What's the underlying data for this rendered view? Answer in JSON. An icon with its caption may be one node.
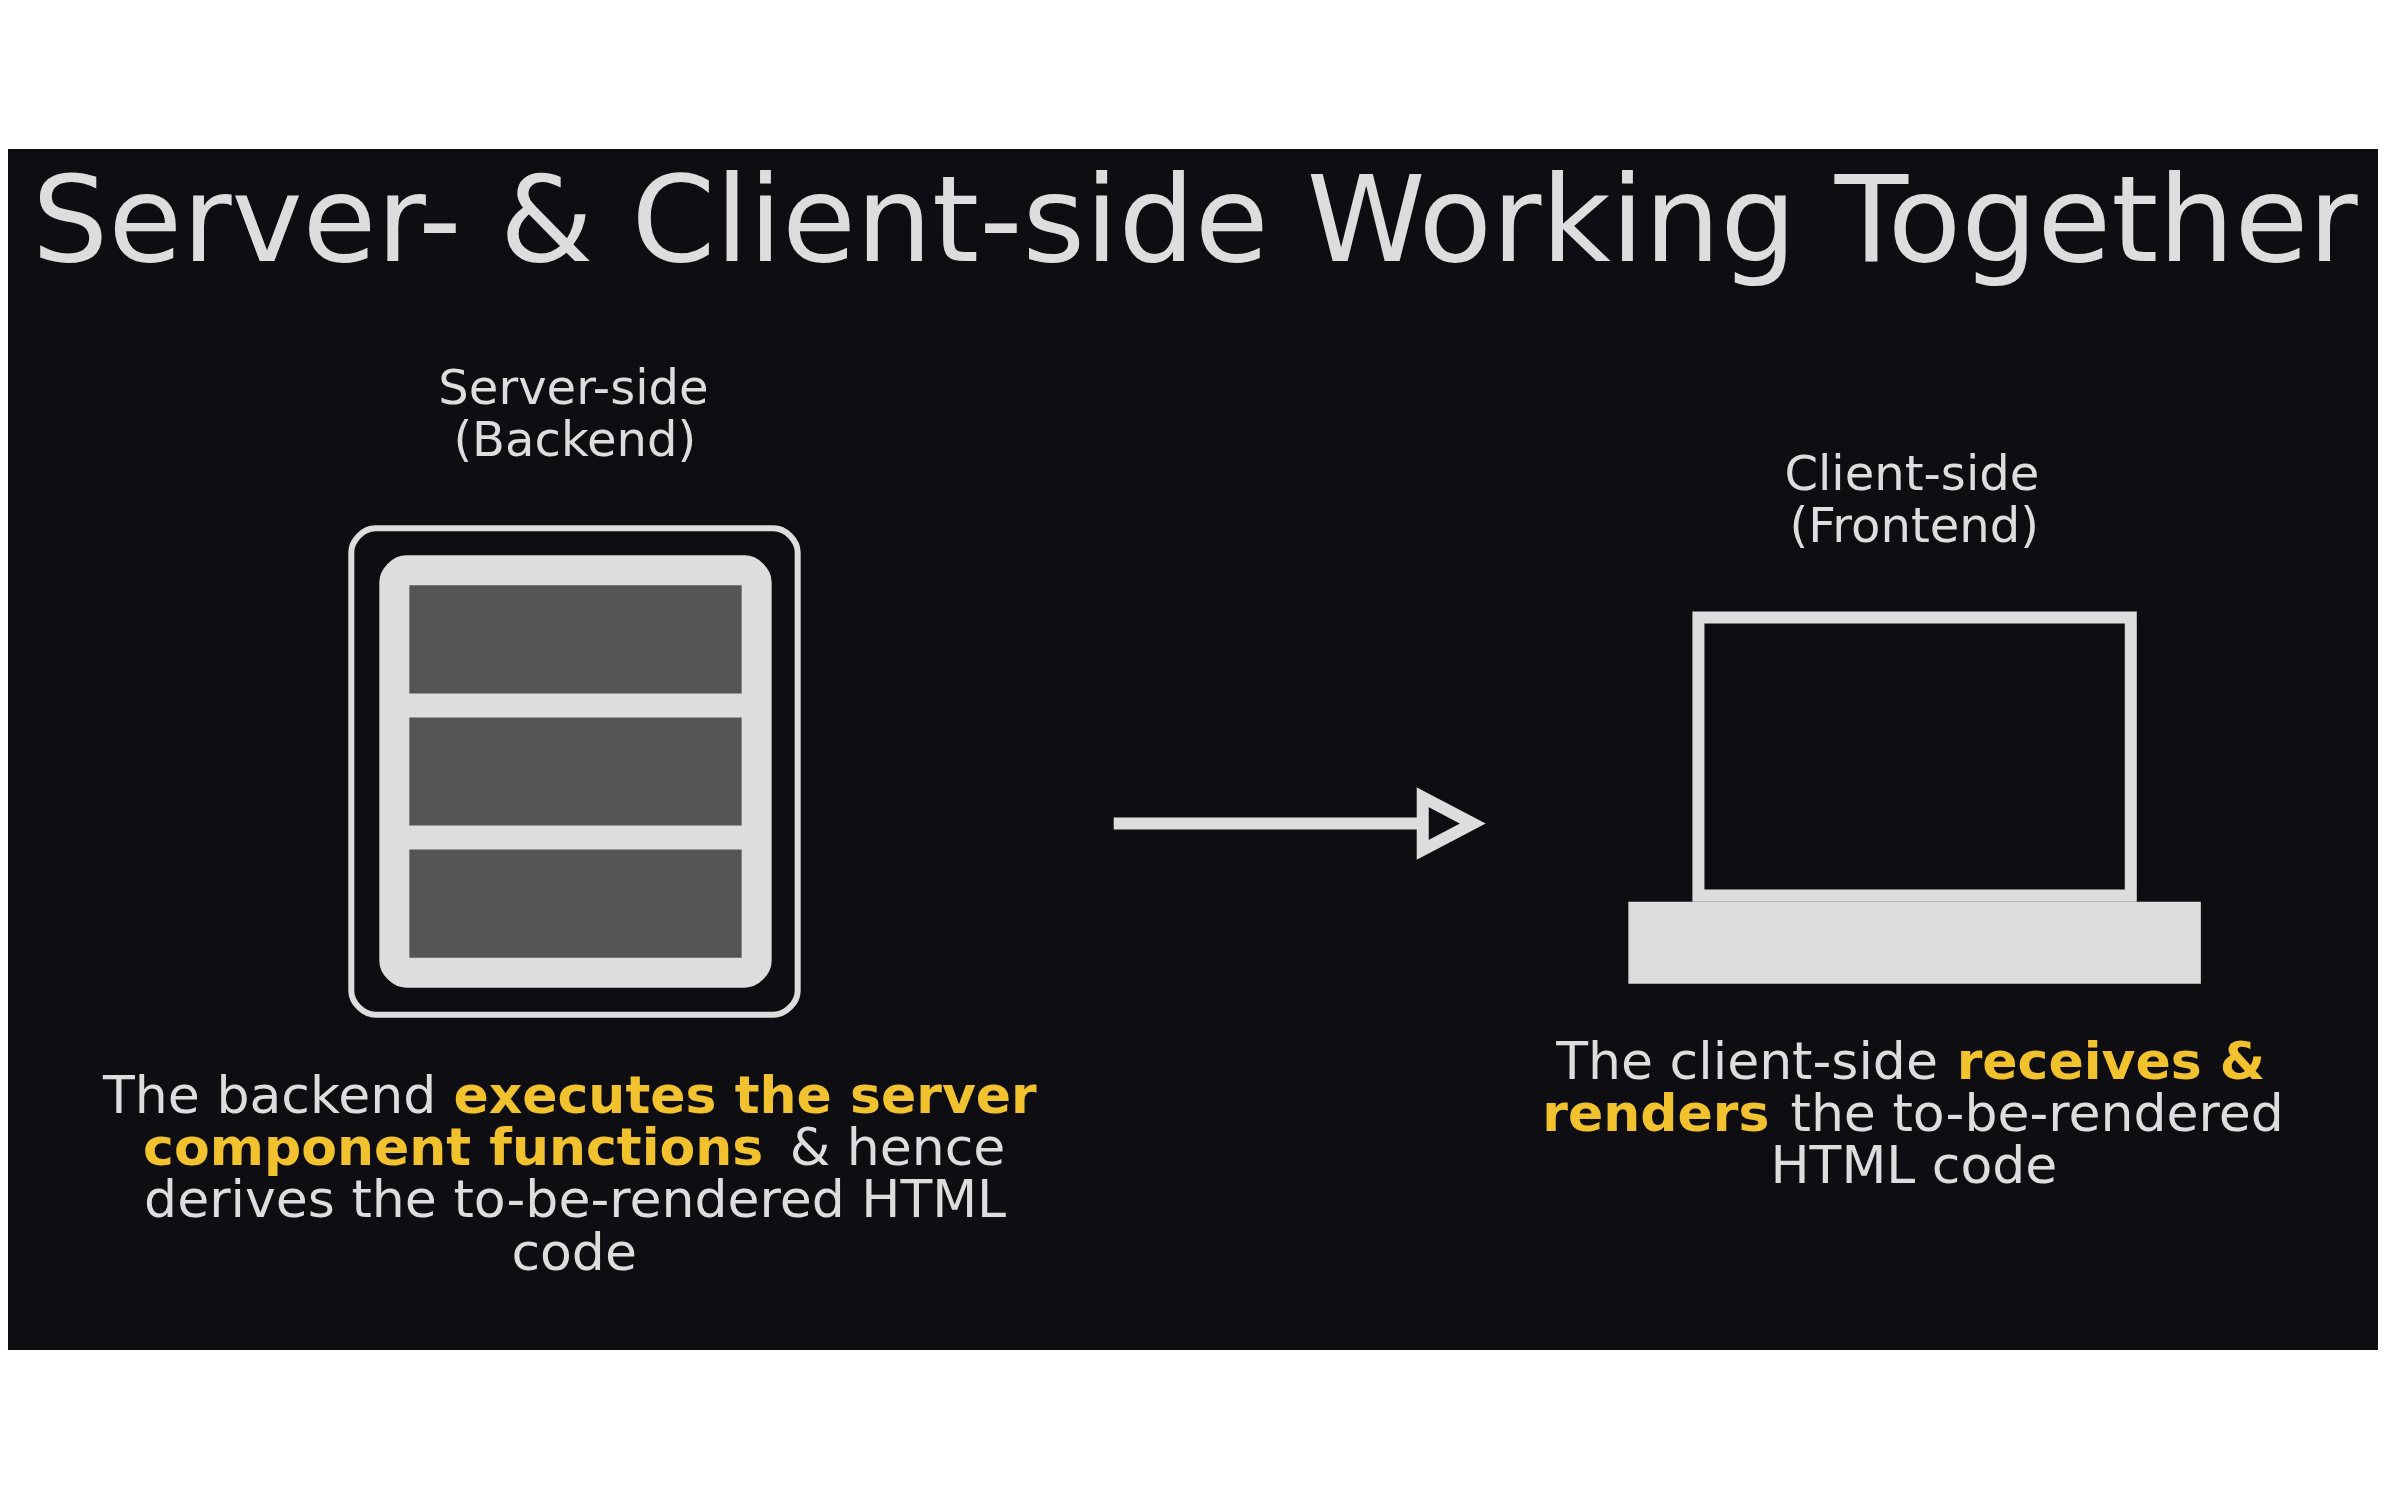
{
  "diagram": {
    "title": "Server- & Client-side Working Together",
    "nodes": [
      {
        "text": [
          "Server-side (Backend)",
          "The backend **executes the server component functions** & hence derives the to-be-rendered HTML code"
        ]
      },
      {
        "text": [
          "Client-side (Frontend)",
          "The client-side **receives & renders** the to-be-rendered HTML code"
        ]
      }
    ],
    "edges": [
      {
        "from": 0,
        "to": 1,
        "arrow": "to"
      }
    ]
  }
}
